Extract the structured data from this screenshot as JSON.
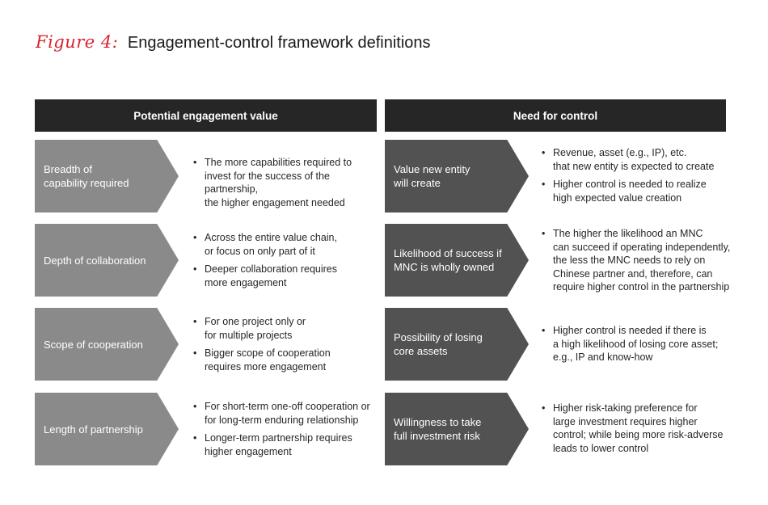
{
  "title": {
    "figure": "Figure 4:",
    "text": "Engagement-control framework definitions"
  },
  "left": {
    "header": "Potential engagement value",
    "rows": [
      {
        "label_lines": [
          "Breadth of",
          "capability required"
        ],
        "bullets": [
          [
            "The more capabilities required to",
            "invest for the success of the partnership,",
            "the higher engagement needed"
          ]
        ]
      },
      {
        "label_lines": [
          "Depth of collaboration"
        ],
        "bullets": [
          [
            "Across the entire value chain,",
            "or focus on only part of it"
          ],
          [
            "Deeper collaboration requires",
            "more engagement"
          ]
        ]
      },
      {
        "label_lines": [
          "Scope of cooperation"
        ],
        "bullets": [
          [
            "For one project only or",
            "for multiple projects"
          ],
          [
            "Bigger scope of cooperation",
            "requires more engagement"
          ]
        ]
      },
      {
        "label_lines": [
          "Length of partnership"
        ],
        "bullets": [
          [
            "For short-term one-off cooperation or",
            "for long-term enduring relationship"
          ],
          [
            "Longer-term partnership requires",
            "higher engagement"
          ]
        ]
      }
    ]
  },
  "right": {
    "header": "Need for control",
    "rows": [
      {
        "label_lines": [
          "Value new entity",
          "will create"
        ],
        "bullets": [
          [
            "Revenue, asset (e.g., IP), etc.",
            "that new entity is expected to create"
          ],
          [
            "Higher control is needed to realize",
            "high expected value creation"
          ]
        ]
      },
      {
        "label_lines": [
          "Likelihood of success if",
          "MNC is wholly owned"
        ],
        "bullets": [
          [
            "The higher the likelihood an MNC",
            "can succeed if operating independently,",
            "the less the MNC needs to rely on",
            "Chinese partner and, therefore, can",
            "require higher control in the partnership"
          ]
        ]
      },
      {
        "label_lines": [
          "Possibility of losing",
          "core assets"
        ],
        "bullets": [
          [
            "Higher control is needed if there is",
            "a high likelihood of losing core asset;",
            "e.g., IP and know-how"
          ]
        ]
      },
      {
        "label_lines": [
          "Willingness to take",
          "full investment risk"
        ],
        "bullets": [
          [
            "Higher risk-taking preference for",
            "large investment requires higher",
            "control; while being more risk-adverse",
            "leads to lower control"
          ]
        ]
      }
    ]
  }
}
